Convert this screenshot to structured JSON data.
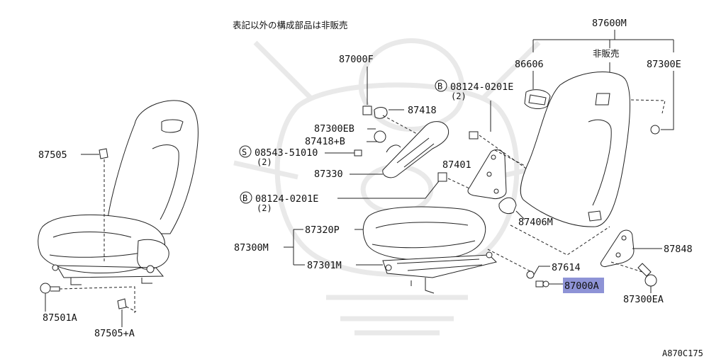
{
  "notice": "表記以外の構成部品は非販売",
  "not_sold": "非販売",
  "diagram_id": "A870C175",
  "highlight_color": "#8e93d6",
  "callouts": {
    "c87600M": "87600M",
    "c86606": "86606",
    "c87300E": "87300E",
    "c87000F": "87000F",
    "c08124_top": "08124-0201E",
    "c08124_top_qty": "(2)",
    "c87418": "87418",
    "c87300EB": "87300EB",
    "c87418B": "87418+B",
    "c08543": "08543-51010",
    "c08543_qty": "(2)",
    "c87330": "87330",
    "c87401": "87401",
    "c08124_mid": "08124-0201E",
    "c08124_mid_qty": "(2)",
    "c87406M": "87406M",
    "c87320P": "87320P",
    "c87300M": "87300M",
    "c87301M": "87301M",
    "c87848": "87848",
    "c87614": "87614",
    "c87000A": "87000A",
    "c87300EA": "87300EA",
    "c87505": "87505",
    "c87501A": "87501A",
    "c87505A": "87505+A"
  },
  "circle_marks": {
    "bolt_b": "B",
    "screw_s": "S"
  },
  "icons": [
    "bolt-b-symbol-icon",
    "screw-s-symbol-icon",
    "watermark-emblem-icon"
  ]
}
